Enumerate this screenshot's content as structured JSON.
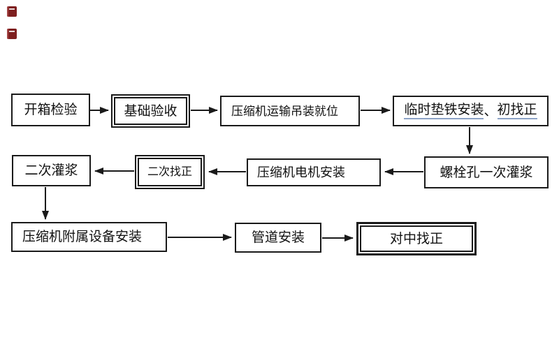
{
  "flowchart": {
    "nodes": [
      {
        "id": "n1",
        "label": "开箱检验",
        "shape": "single-border"
      },
      {
        "id": "n2",
        "label": "基础验收",
        "shape": "double-border"
      },
      {
        "id": "n3",
        "label": "压缩机运输吊装就位",
        "shape": "single-border"
      },
      {
        "id": "n4",
        "label": "临时垫铁安装、初找正",
        "shape": "single-border",
        "segments": [
          {
            "text": "临时垫铁安装",
            "underline": true
          },
          {
            "text": "、",
            "underline": false
          },
          {
            "text": "初找正",
            "underline": true
          }
        ]
      },
      {
        "id": "n5",
        "label": "螺栓孔一次灌浆",
        "shape": "single-border"
      },
      {
        "id": "n6",
        "label": "压缩机电机安装",
        "shape": "single-border"
      },
      {
        "id": "n7",
        "label": "二次找正",
        "shape": "double-border"
      },
      {
        "id": "n8",
        "label": "二次灌浆",
        "shape": "single-border"
      },
      {
        "id": "n9",
        "label": "压缩机附属设备安装",
        "shape": "single-border"
      },
      {
        "id": "n10",
        "label": "管道安装",
        "shape": "single-border"
      },
      {
        "id": "n11",
        "label": "对中找正",
        "shape": "double-border-bold"
      }
    ],
    "edges": [
      {
        "from": "开箱检验",
        "to": "基础验收"
      },
      {
        "from": "基础验收",
        "to": "压缩机运输吊装就位"
      },
      {
        "from": "压缩机运输吊装就位",
        "to": "临时垫铁安装、初找正"
      },
      {
        "from": "临时垫铁安装、初找正",
        "to": "螺栓孔一次灌浆"
      },
      {
        "from": "螺栓孔一次灌浆",
        "to": "压缩机电机安装"
      },
      {
        "from": "压缩机电机安装",
        "to": "二次找正"
      },
      {
        "from": "二次找正",
        "to": "二次灌浆"
      },
      {
        "from": "二次灌浆",
        "to": "压缩机附属设备安装"
      },
      {
        "from": "压缩机附属设备安装",
        "to": "管道安装"
      },
      {
        "from": "管道安装",
        "to": "对中找正"
      }
    ]
  },
  "colors": {
    "background": "#ffffff",
    "box_border": "#1a1a1a",
    "text": "#111111",
    "arrow": "#1a1a1a",
    "underline": "#8ca3c6",
    "placeholder_icon": "#7e1f1f"
  }
}
